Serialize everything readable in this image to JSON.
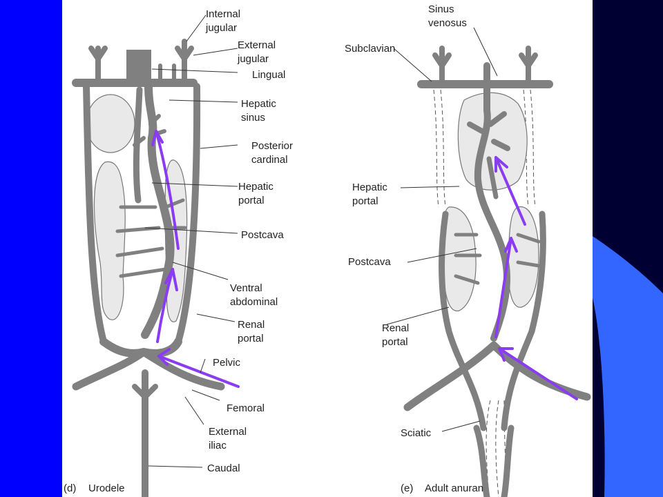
{
  "colors": {
    "slide_background": "#0000ff",
    "slide_corner_dark": "#000033",
    "slide_corner_light": "#3366ff",
    "vessel": "#808080",
    "arrow": "#8a3cf0"
  },
  "panel_d": {
    "caption_letter": "(d)",
    "caption": "Urodele",
    "labels": {
      "internal_jugular": [
        "Internal",
        "jugular"
      ],
      "external_jugular": [
        "External",
        "jugular"
      ],
      "lingual": "Lingual",
      "hepatic_sinus": [
        "Hepatic",
        "sinus"
      ],
      "posterior_cardinal": [
        "Posterior",
        "cardinal"
      ],
      "hepatic_portal": [
        "Hepatic",
        "portal"
      ],
      "postcava": "Postcava",
      "ventral_abdominal": [
        "Ventral",
        "abdominal"
      ],
      "renal_portal": [
        "Renal",
        "portal"
      ],
      "pelvic": "Pelvic",
      "femoral": "Femoral",
      "external_iliac": [
        "External",
        "iliac"
      ],
      "caudal": "Caudal"
    }
  },
  "panel_e": {
    "caption_letter": "(e)",
    "caption": "Adult anuran",
    "labels": {
      "sinus_venosus": [
        "Sinus",
        "venosus"
      ],
      "subclavian": "Subclavian",
      "hepatic_portal": [
        "Hepatic",
        "portal"
      ],
      "postcava": "Postcava",
      "renal_portal": [
        "Renal",
        "portal"
      ],
      "sciatic": "Sciatic"
    }
  }
}
